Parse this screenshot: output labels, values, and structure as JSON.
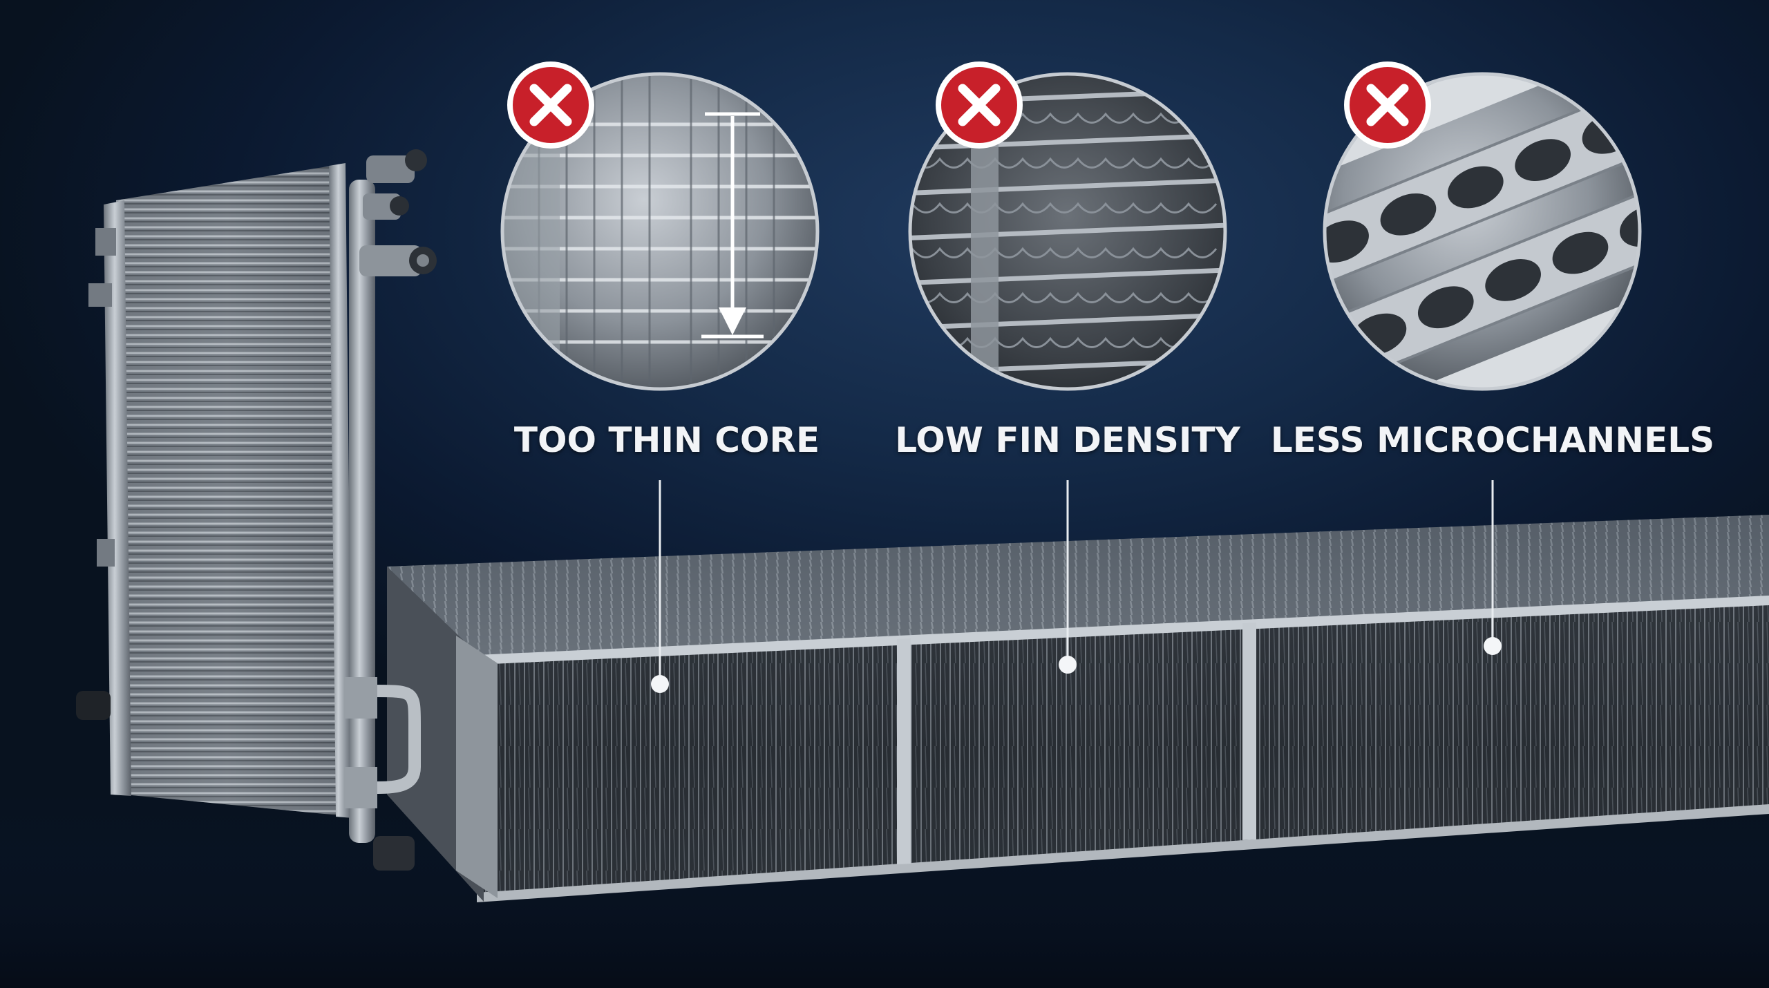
{
  "callouts": [
    {
      "label": "TOO THIN CORE",
      "marker": "x-icon",
      "status_color": "#c8202a"
    },
    {
      "label": "LOW FIN DENSITY",
      "marker": "x-icon",
      "status_color": "#c8202a"
    },
    {
      "label": "LESS MICROCHANNELS",
      "marker": "x-icon",
      "status_color": "#c8202a"
    }
  ],
  "colors": {
    "background": "#0b1930",
    "metal": "#a9afb6",
    "label_text": "#f2f4f7",
    "reject_badge": "#c8202a"
  }
}
